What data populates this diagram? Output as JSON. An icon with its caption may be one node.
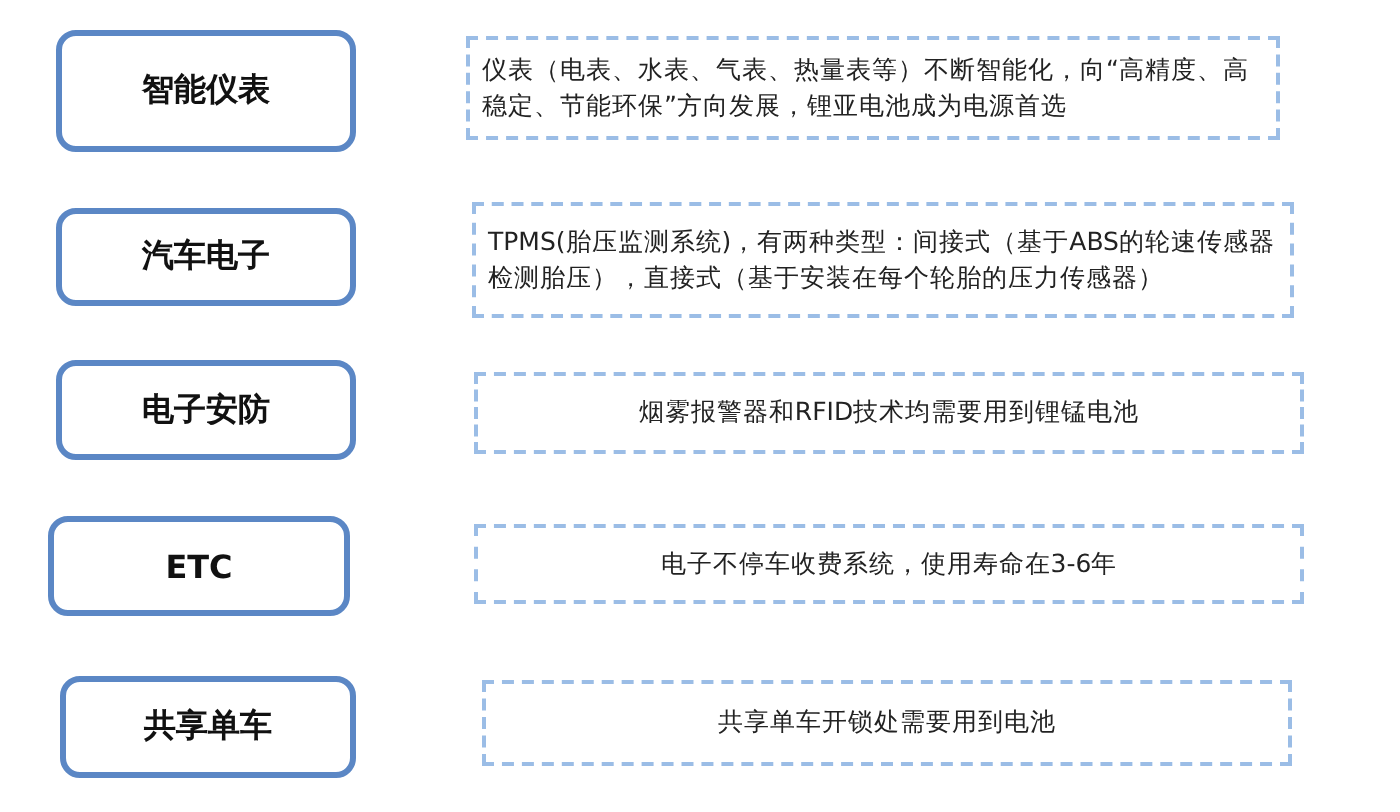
{
  "diagram": {
    "nodes": [
      {
        "text": [
          "智能仪表"
        ]
      },
      {
        "text": [
          "仪表（电表、水表、气表、热量表等）不断智能化，向“高精度、高稳定、节能环保”方向发展，锂亚电池成为电源首选"
        ]
      },
      {
        "text": [
          "汽车电子"
        ]
      },
      {
        "text": [
          "TPMS(胎压监测系统)，有两种类型：间接式（基于ABS的轮速传感器检测胎压），直接式（基于安装在每个轮胎的压力传感器）"
        ]
      },
      {
        "text": [
          "电子安防"
        ]
      },
      {
        "text": [
          "烟雾报警器和RFID技术均需要用到锂锰电池"
        ]
      },
      {
        "text": [
          "ETC"
        ]
      },
      {
        "text": [
          "电子不停车收费系统，使用寿命在3-6年"
        ]
      },
      {
        "text": [
          "共享单车"
        ]
      },
      {
        "text": [
          "共享单车开锁处需要用到电池"
        ]
      }
    ]
  }
}
